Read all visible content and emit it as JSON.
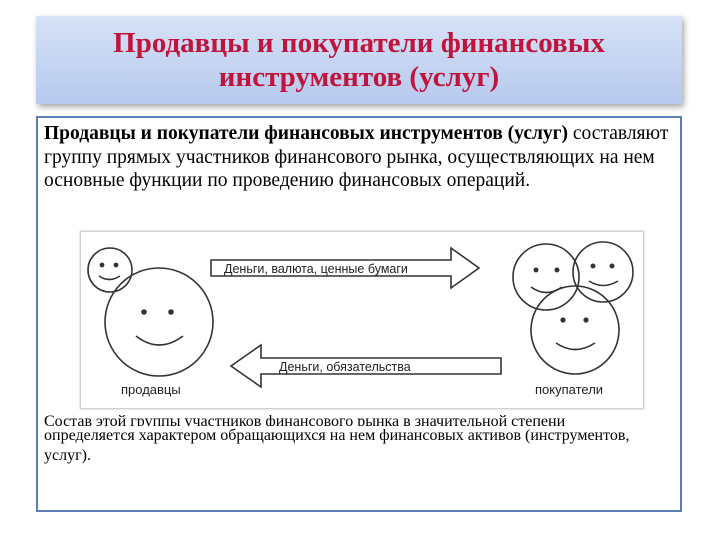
{
  "title": {
    "line1": "Продавцы и покупатели финансовых",
    "line2": "инструментов (услуг)"
  },
  "para1": {
    "bold": "Продавцы и покупатели финансовых инструментов (услуг)",
    "rest": "составляют группу прямых участников финансового рынка, осуществляющих на нем основные функции по проведению финансовых операций."
  },
  "diagram": {
    "top_arrow_label": "Деньги, валюта, ценные бумаги",
    "bottom_arrow_label": "Деньги, обязательства",
    "sellers_label": "продавцы",
    "buyers_label": "покупатели"
  },
  "para2": {
    "line1_partial": "Состав этой группы участников финансового рынка в значительной степени",
    "rest": "определяется характером обращающихся на нем финансовых активов (инструментов, услуг)."
  },
  "colors": {
    "title": "#c0143c",
    "title_bg": "#c4d4f1",
    "border": "#5b7fb5"
  }
}
